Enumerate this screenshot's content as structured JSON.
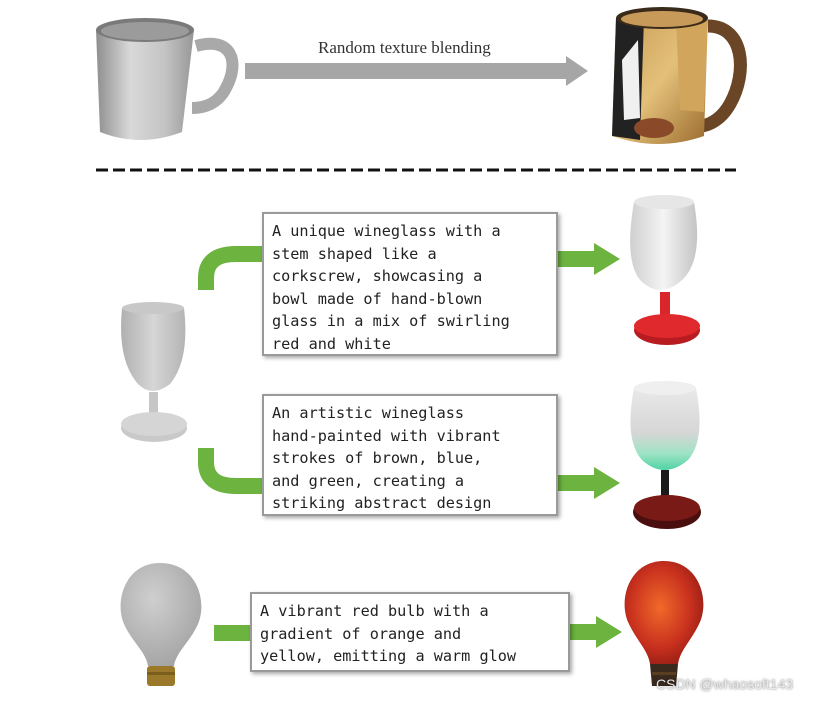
{
  "top_section": {
    "arrow_label": "Random texture blending"
  },
  "prompts": {
    "wineglass_1": [
      "A unique wineglass with a",
      "stem shaped like a",
      "corkscrew, showcasing a",
      "bowl made of hand-blown",
      "glass in a mix of swirling",
      "red and white"
    ],
    "wineglass_2": [
      "An artistic wineglass",
      "hand-painted with vibrant",
      "strokes of brown, blue,",
      "and green, creating a",
      "striking abstract design"
    ],
    "bulb": [
      "A vibrant red bulb with a",
      "gradient of orange and",
      "yellow, emitting a warm glow"
    ]
  },
  "watermark": "CSDN @whaosoft143",
  "colors": {
    "arrow_green": "#6cb33f",
    "arrow_gray": "#a6a6a6",
    "mesh_gray": "#bdbdbd",
    "glass_red": "#d8262a",
    "bulb_red": "#c8301e"
  }
}
